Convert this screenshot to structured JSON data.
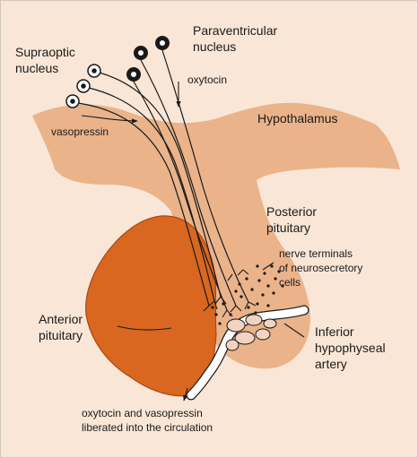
{
  "labels": {
    "supraoptic": [
      "Supraoptic",
      "nucleus"
    ],
    "paraventricular": [
      "Paraventricular",
      "nucleus"
    ],
    "oxytocin": "oxytocin",
    "vasopressin": "vasopressin",
    "hypothalamus": "Hypothalamus",
    "posterior": [
      "Posterior",
      "pituitary"
    ],
    "nerve_terminals": [
      "nerve terminals",
      "of neurosecretory",
      "cells"
    ],
    "anterior": [
      "Anterior",
      "pituitary"
    ],
    "artery": [
      "Inferior",
      "hypophyseal",
      "artery"
    ],
    "liberated": [
      "oxytocin and vasopressin",
      "liberated into the circulation"
    ]
  },
  "colors": {
    "background": "#f9e6d6",
    "hypothalamus_fill": "#eab38a",
    "anterior_fill": "#d9671f",
    "vessel_fill": "#ffffff",
    "outline": "#1a1a1a"
  }
}
